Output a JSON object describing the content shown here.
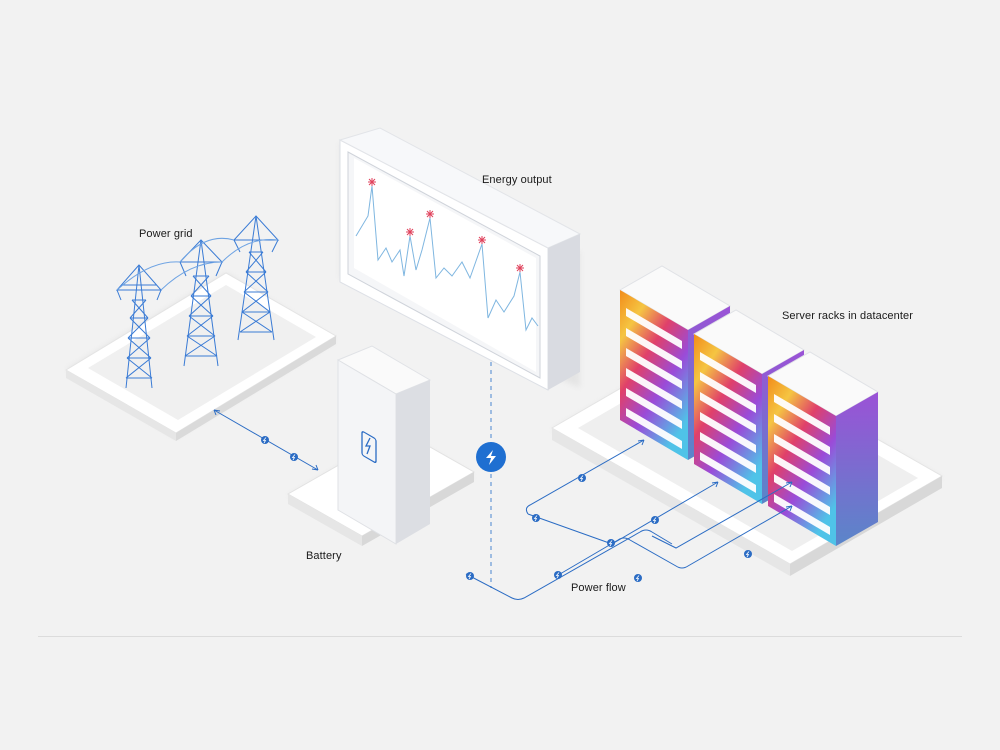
{
  "labels": {
    "energy_output": "Energy output",
    "power_grid": "Power grid",
    "server_racks": "Server racks in datacenter",
    "battery": "Battery",
    "power_flow": "Power flow"
  },
  "icons": {
    "bolt": "lightning-bolt-icon",
    "battery": "battery-icon"
  },
  "colors": {
    "background": "#f2f2f2",
    "flow_line": "#2b6cc4",
    "bolt_badge": "#1f6fd1",
    "tower_line": "#3a7bd5",
    "chart_blue": "#7fb6e0",
    "chart_peak": "#e0425c",
    "rack_gradient": [
      "#f28c1a",
      "#f5c542",
      "#e0406a",
      "#9a4bd8",
      "#4fc3e8"
    ],
    "rack_side": "#8a52cf"
  }
}
